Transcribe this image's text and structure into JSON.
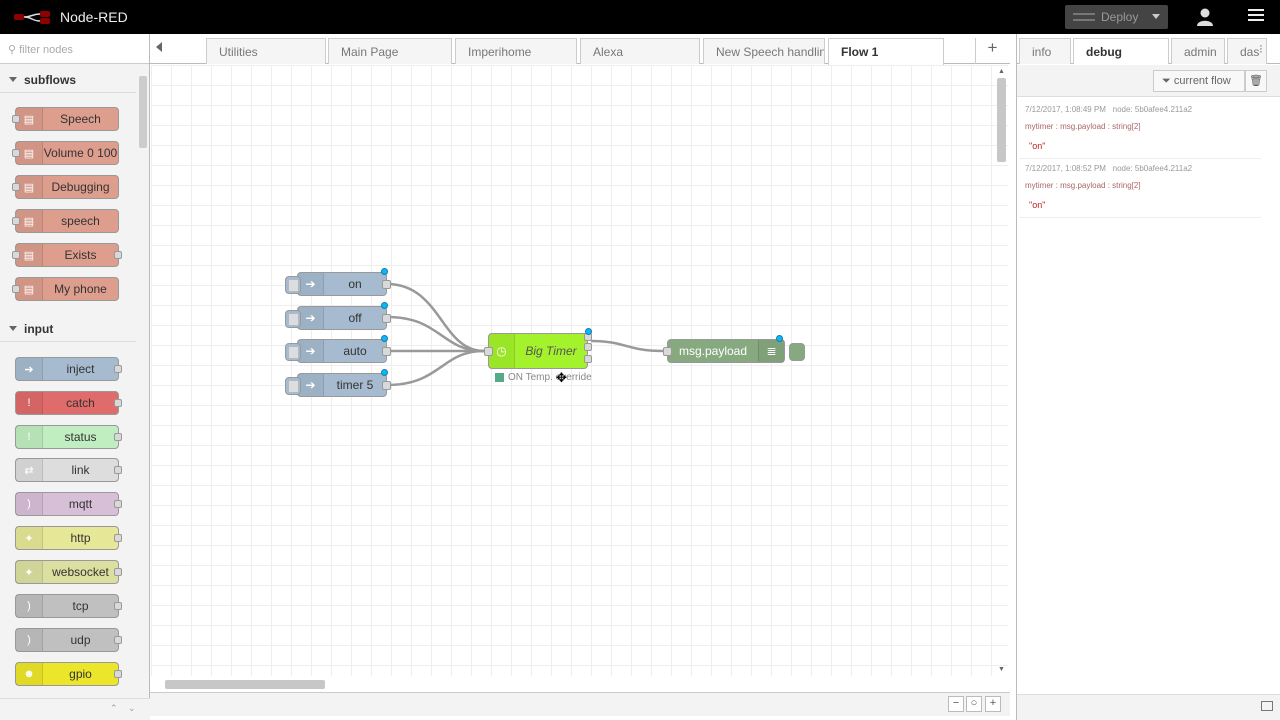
{
  "header": {
    "title": "Node-RED",
    "deploy_label": "Deploy"
  },
  "palette": {
    "search_placeholder": "filter nodes",
    "categories": [
      {
        "label": "subflows",
        "nodes": [
          "Speech",
          "Volume 0 100",
          "Debugging",
          "speech",
          "Exists",
          "My phone"
        ]
      },
      {
        "label": "input",
        "nodes": [
          "inject",
          "catch",
          "status",
          "link",
          "mqtt",
          "http",
          "websocket",
          "tcp",
          "udp",
          "gpio"
        ]
      }
    ]
  },
  "tabs": [
    "Utilities",
    "Main Page",
    "Imperihome",
    "Alexa",
    "New Speech handlin",
    "Flow 1"
  ],
  "active_tab": "Flow 1",
  "flow": {
    "inject_nodes": [
      "on",
      "off",
      "auto",
      "timer 5"
    ],
    "timer_node": {
      "label": "Big Timer",
      "status": "ON Temp. override",
      "status_color": "#5a8"
    },
    "debug_node": {
      "label": "msg.payload"
    }
  },
  "sidebar": {
    "tabs": [
      "info",
      "debug",
      "admin",
      "das"
    ],
    "active_tab": "debug",
    "filter_label": "current flow",
    "messages": [
      {
        "time": "7/12/2017, 1:08:49 PM",
        "node": "node: 5b0afee4.211a2",
        "topic": "mytimer : msg.payload : string[2]",
        "value": "\"on\""
      },
      {
        "time": "7/12/2017, 1:08:52 PM",
        "node": "node: 5b0afee4.211a2",
        "topic": "mytimer : msg.payload : string[2]",
        "value": "\"on\""
      }
    ]
  },
  "colors": {
    "subflow": "#dd9e8e",
    "inject": "#a6bbcf",
    "catch": "#e06b6b",
    "status": "#c0eec0",
    "link": "#ddd",
    "mqtt": "#d8bfd8",
    "http": "#e7e798",
    "websocket": "#dbe0a0",
    "tcp": "#c0c0c0",
    "udp": "#c0c0c0",
    "gpio": "#ece62a",
    "timer": "#a4f22c",
    "debug": "#87a980"
  }
}
